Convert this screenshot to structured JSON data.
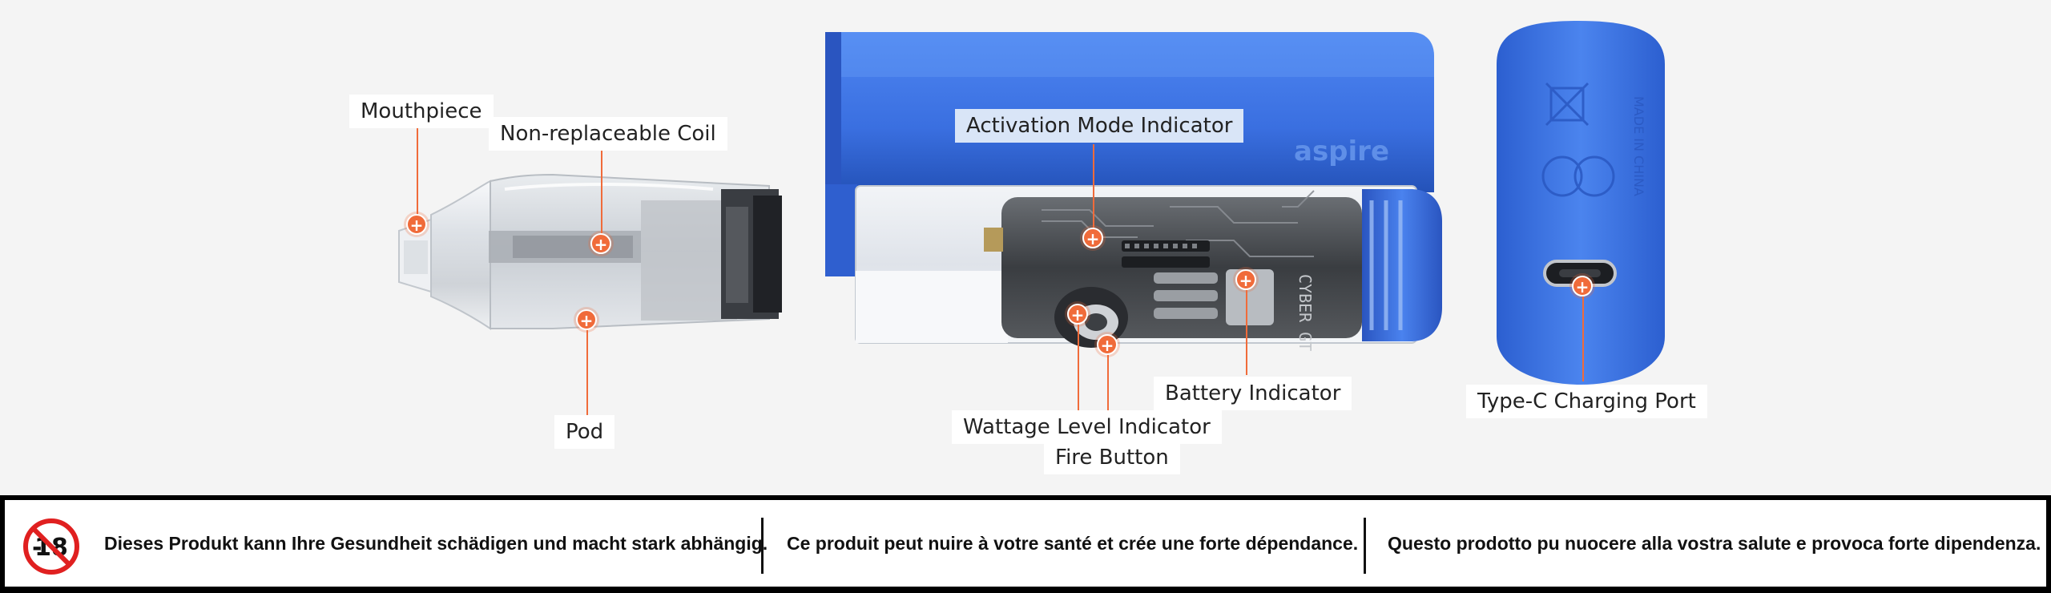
{
  "colors": {
    "accent": "#f06b3a",
    "device_blue": "#3d72e6",
    "highlight_label": "#d9e5f7",
    "warning_border": "#000000",
    "age_badge_red": "#e02020"
  },
  "device": {
    "brand_embossed": "aspire",
    "cell_marking": "CYBER GT",
    "back_marking": "MADE IN CHINA"
  },
  "labels": {
    "mouthpiece": "Mouthpiece",
    "coil": "Non-replaceable Coil",
    "pod": "Pod",
    "activation_mode": "Activation Mode Indicator",
    "wattage_level": "Wattage Level Indicator",
    "fire_button": "Fire Button",
    "battery": "Battery Indicator",
    "charging_port": "Type-C Charging Port"
  },
  "hotspot_symbol": "+",
  "warning": {
    "age_badge": "18",
    "de": "Dieses Produkt kann Ihre Gesundheit schädigen und macht stark abhängig.",
    "fr": "Ce produit peut nuire à votre santé et crée une forte dépendance.",
    "it": "Questo prodotto pu nuocere alla vostra salute e provoca forte dipendenza."
  }
}
